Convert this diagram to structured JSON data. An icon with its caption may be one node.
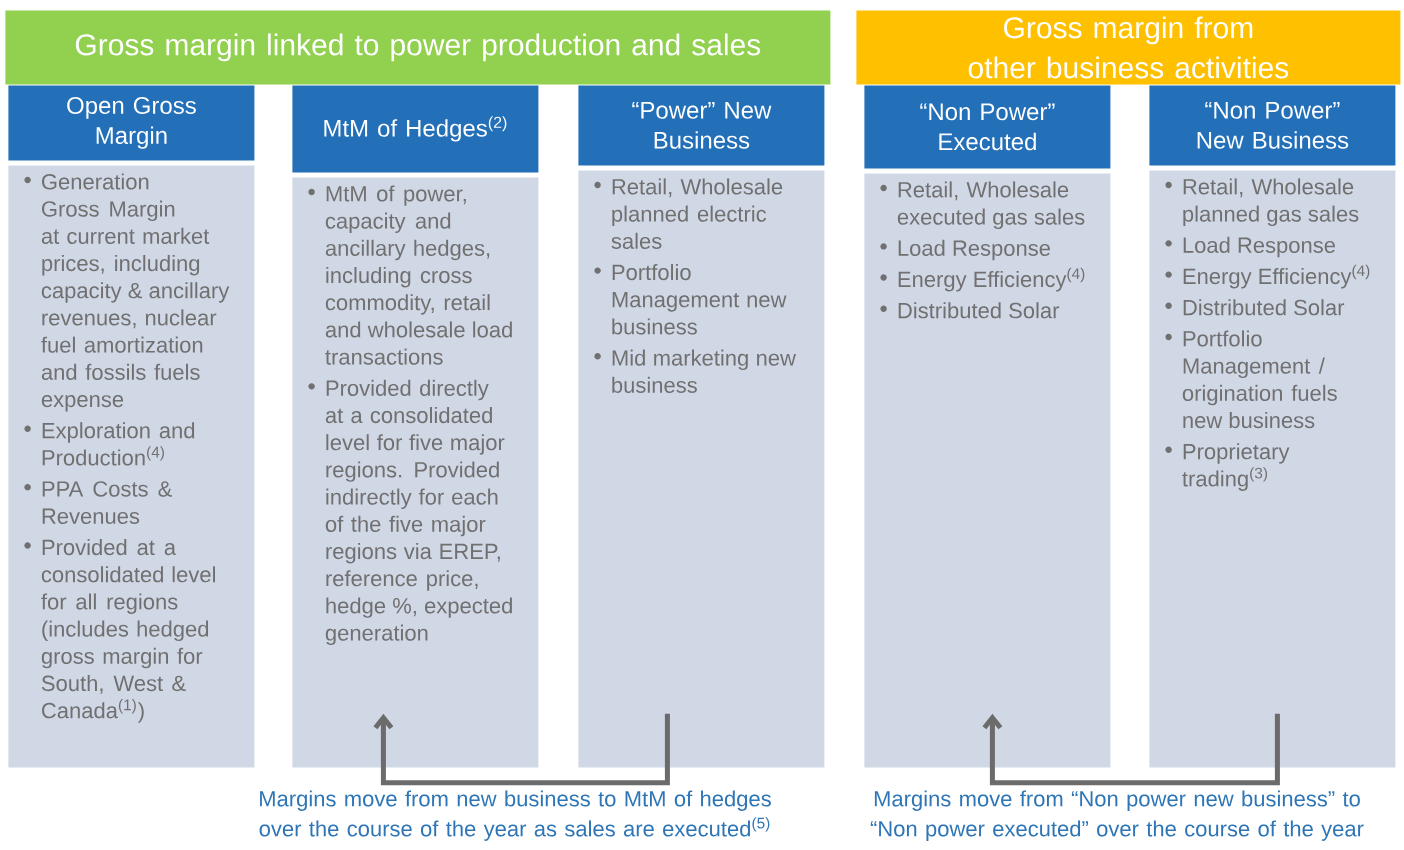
{
  "diagram": {
    "nodes": [
      {
        "text": [
          "Gross margin linked to power production and sales"
        ]
      },
      {
        "text": [
          "Gross margin from other business activities"
        ]
      },
      {
        "text": [
          "Open Gross Margin"
        ]
      },
      {
        "text": [
          "Generation Gross Margin at current market prices, including capacity & ancillary revenues, nuclear fuel amortization and fossils fuels expense",
          "Exploration and Production$^{(4)}$",
          "PPA Costs & Revenues",
          "Provided at a consolidated level for all regions (includes hedged gross margin for South, West & Canada$^{(1)}$)"
        ]
      },
      {
        "text": [
          "MtM of Hedges$^{(2)}$"
        ]
      },
      {
        "text": [
          "MtM of power, capacity and ancillary hedges, including cross commodity, retail and wholesale load transactions",
          "Provided directly at a consolidated level for five major regions. Provided indirectly for each of the five major regions via EREP, reference price, hedge %, expected generation"
        ]
      },
      {
        "text": [
          "“Power” New Business"
        ]
      },
      {
        "text": [
          "Retail, Wholesale planned electric sales",
          "Portfolio Management new business",
          "Mid marketing new business"
        ]
      },
      {
        "text": [
          "“Non Power” Executed"
        ]
      },
      {
        "text": [
          "Retail, Wholesale executed gas sales",
          "Load Response",
          "Energy Efficiency$^{(4)}$",
          "Distributed Solar"
        ]
      },
      {
        "text": [
          "“Non Power” New Business"
        ]
      },
      {
        "text": [
          "Retail, Wholesale planned gas sales",
          "Load Response",
          "Energy Efficiency$^{(4)}$",
          "Distributed Solar",
          "Portfolio Management / origination fuels new business",
          "Proprietary trading$^{(3)}$"
        ]
      }
    ],
    "edges": [
      {
        "from": 7,
        "to": 5,
        "arrow": "to"
      },
      {
        "from": 11,
        "to": 9,
        "arrow": "to"
      }
    ],
    "labels": [
      "Margins move from new business to MtM of hedges over the course of the year as sales are executed$^{(5)}$",
      "Margins move from “Non power new business” to “Non power executed” over the course of the year"
    ]
  }
}
